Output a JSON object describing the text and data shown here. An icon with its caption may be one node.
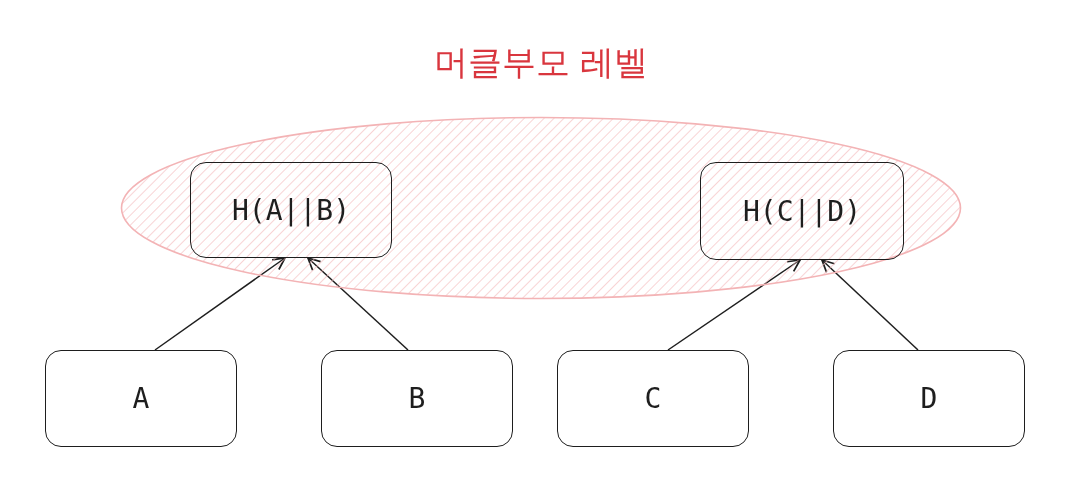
{
  "diagram": {
    "nodes": [
      {
        "text": [
          "머클부모 레벨"
        ]
      },
      {
        "text": [
          "H(A||B)"
        ],
        "in": 0
      },
      {
        "text": [
          "H(C||D)"
        ],
        "in": 0
      },
      {
        "text": [
          "A"
        ]
      },
      {
        "text": [
          "B"
        ]
      },
      {
        "text": [
          "C"
        ]
      },
      {
        "text": [
          "D"
        ]
      }
    ],
    "edges": [
      {
        "from": 3,
        "to": 1,
        "arrow": "to"
      },
      {
        "from": 4,
        "to": 1,
        "arrow": "to"
      },
      {
        "from": 5,
        "to": 2,
        "arrow": "to"
      },
      {
        "from": 6,
        "to": 2,
        "arrow": "to"
      }
    ]
  }
}
